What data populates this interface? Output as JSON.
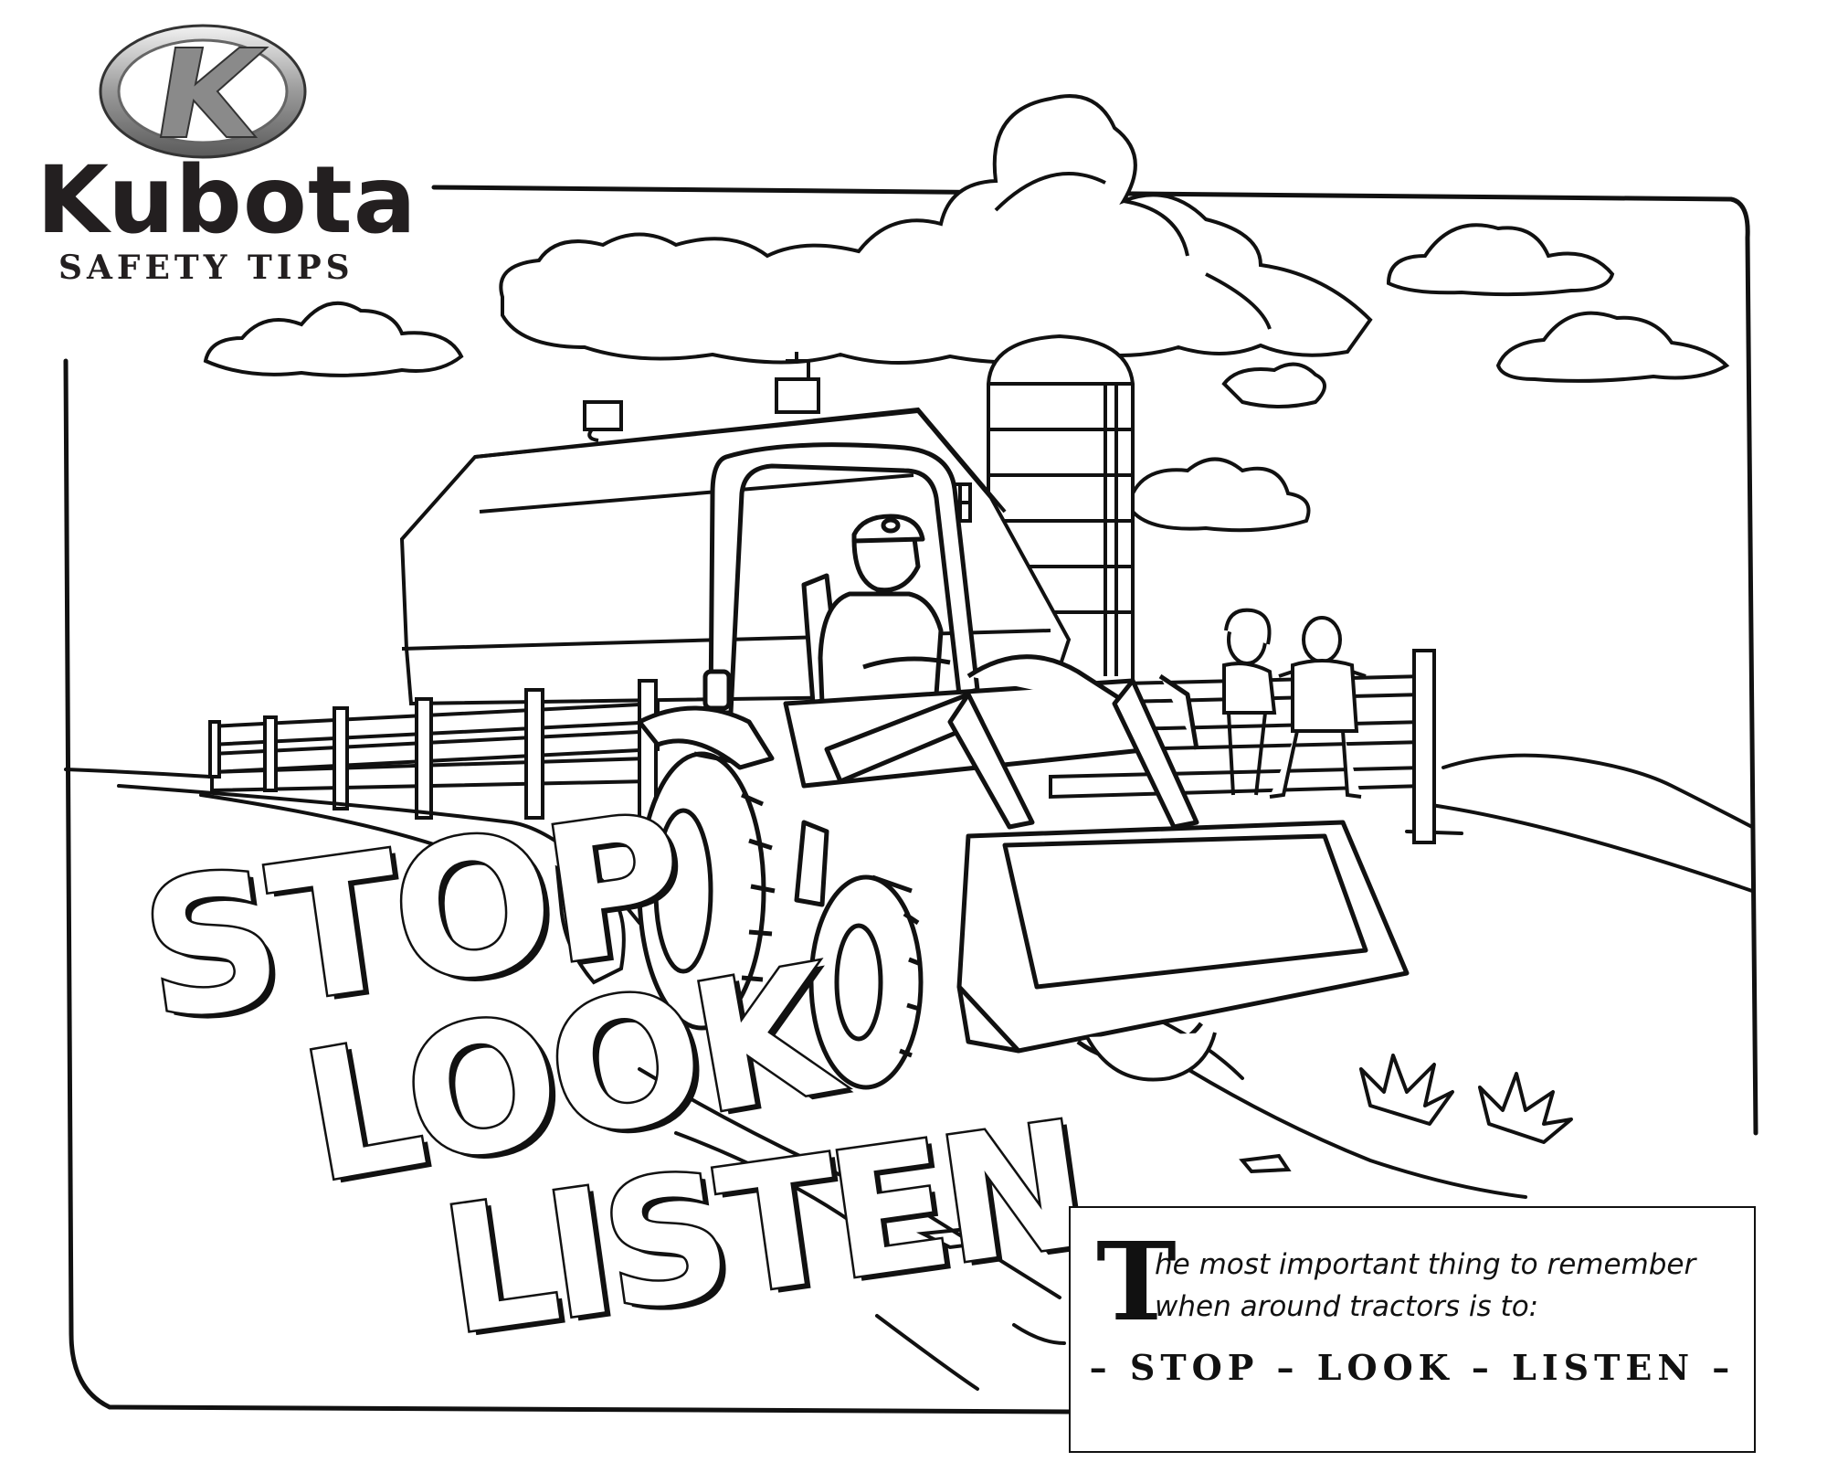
{
  "logo": {
    "brand": "Kubota",
    "subtitle": "SAFETY TIPS"
  },
  "headline": {
    "word1": "STOP",
    "word2": "LOOK",
    "word3": "LISTEN"
  },
  "tip_box": {
    "drop_cap": "T",
    "line1": "he most important thing to remember",
    "line2": "when around tractors is to:",
    "slogan": "– STOP – LOOK – LISTEN –"
  },
  "colors": {
    "ink": "#111111",
    "paper": "#ffffff",
    "logo_silver": "#9a9a9a"
  }
}
